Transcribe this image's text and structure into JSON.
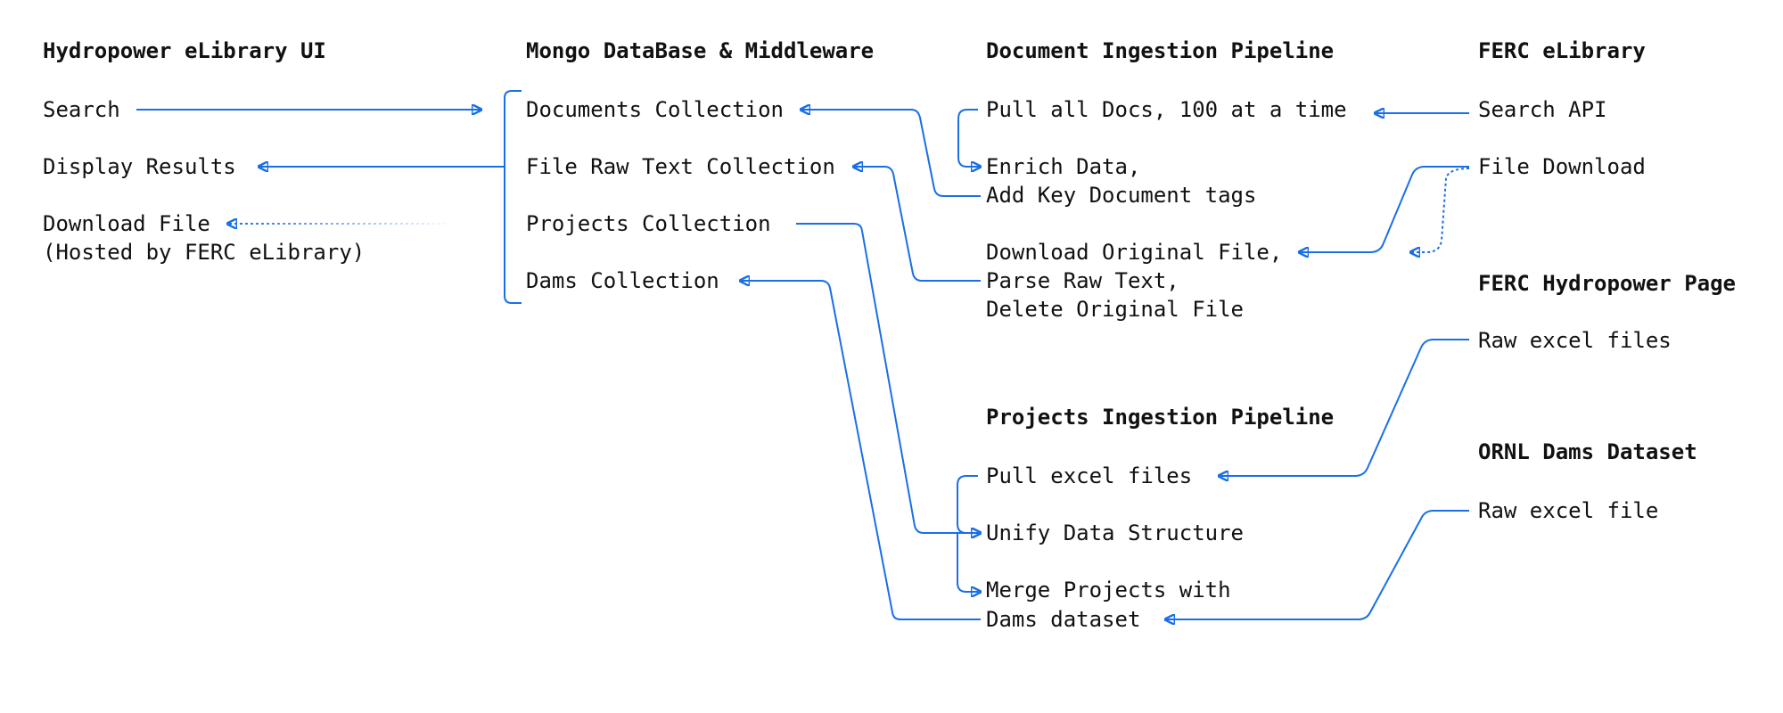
{
  "columns": {
    "ui": {
      "heading": "Hydropower eLibrary UI",
      "search": "Search",
      "display_results": "Display Results",
      "download_file": "Download File",
      "hosted_note": "(Hosted by FERC eLibrary)"
    },
    "db": {
      "heading": "Mongo DataBase & Middleware",
      "documents": "Documents Collection",
      "raw_text": "File Raw Text Collection",
      "projects": "Projects Collection",
      "dams": "Dams Collection"
    },
    "doc_pipeline": {
      "heading": "Document Ingestion Pipeline",
      "pull_docs": "Pull all Docs, 100 at a time",
      "enrich_1": "Enrich Data,",
      "enrich_2": "Add Key Document tags",
      "download_1": "Download Original File,",
      "download_2": "Parse Raw Text,",
      "download_3": "Delete Original File"
    },
    "proj_pipeline": {
      "heading": "Projects Ingestion Pipeline",
      "pull_excel": "Pull excel files",
      "unify": "Unify Data Structure",
      "merge_1": "Merge Projects with",
      "merge_2": "Dams dataset"
    },
    "sources": {
      "ferc_elib_heading": "FERC eLibrary",
      "search_api": "Search API",
      "file_download": "File Download",
      "ferc_hydro_heading": "FERC Hydropower Page",
      "raw_excel_files": "Raw excel files",
      "ornl_heading": "ORNL Dams Dataset",
      "raw_excel_file": "Raw excel file"
    }
  },
  "colors": {
    "arrow": "#1a6fe6",
    "text": "#111111"
  }
}
